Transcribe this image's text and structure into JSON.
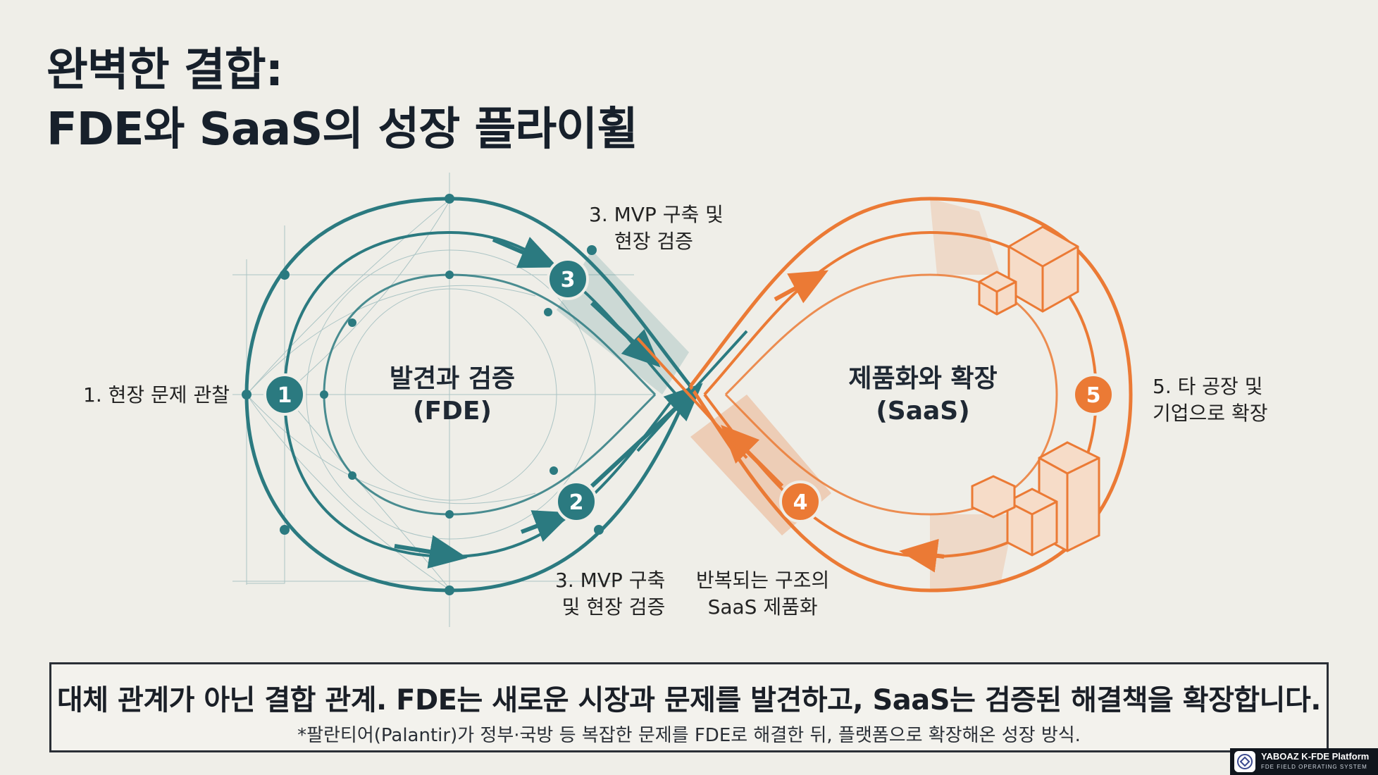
{
  "title": {
    "line1": "완벽한 결합:",
    "line2": "FDE와 SaaS의 성장 플라이휠"
  },
  "loops": {
    "left": {
      "line1": "발견과 검증",
      "line2": "(FDE)"
    },
    "right": {
      "line1": "제품화와 확장",
      "line2": "(SaaS)"
    }
  },
  "steps": {
    "step1": {
      "number": "1",
      "label": "1. 현장 문제 관찰"
    },
    "step2": {
      "number": "2",
      "line1": "3. MVP 구축",
      "line2": "및 현장 검증"
    },
    "step3": {
      "number": "3",
      "line1": "3. MVP 구축 및",
      "line2": "현장 검증"
    },
    "step4": {
      "number": "4",
      "line1": "반복되는 구조의",
      "line2": "SaaS 제품화"
    },
    "step5": {
      "number": "5",
      "line1": "5. 타 공장 및",
      "line2": "기업으로 확장"
    }
  },
  "callout": {
    "main": "대체 관계가 아닌 결합 관계. FDE는 새로운 시장과 문제를 발견하고, SaaS는 검증된 해결책을 확장합니다.",
    "note": "*팔란티어(Palantir)가 정부·국방 등 복잡한 문제를 FDE로 해결한 뒤, 플랫폼으로 확장해온 성장 방식."
  },
  "brand": {
    "name": "YABOAZ K-FDE Platform",
    "subtitle": "FDE FIELD OPERATING SYSTEM"
  },
  "colors": {
    "teal": "#2b7a80",
    "orange": "#eb7a35",
    "background": "#efeee8",
    "text": "#17202b"
  }
}
